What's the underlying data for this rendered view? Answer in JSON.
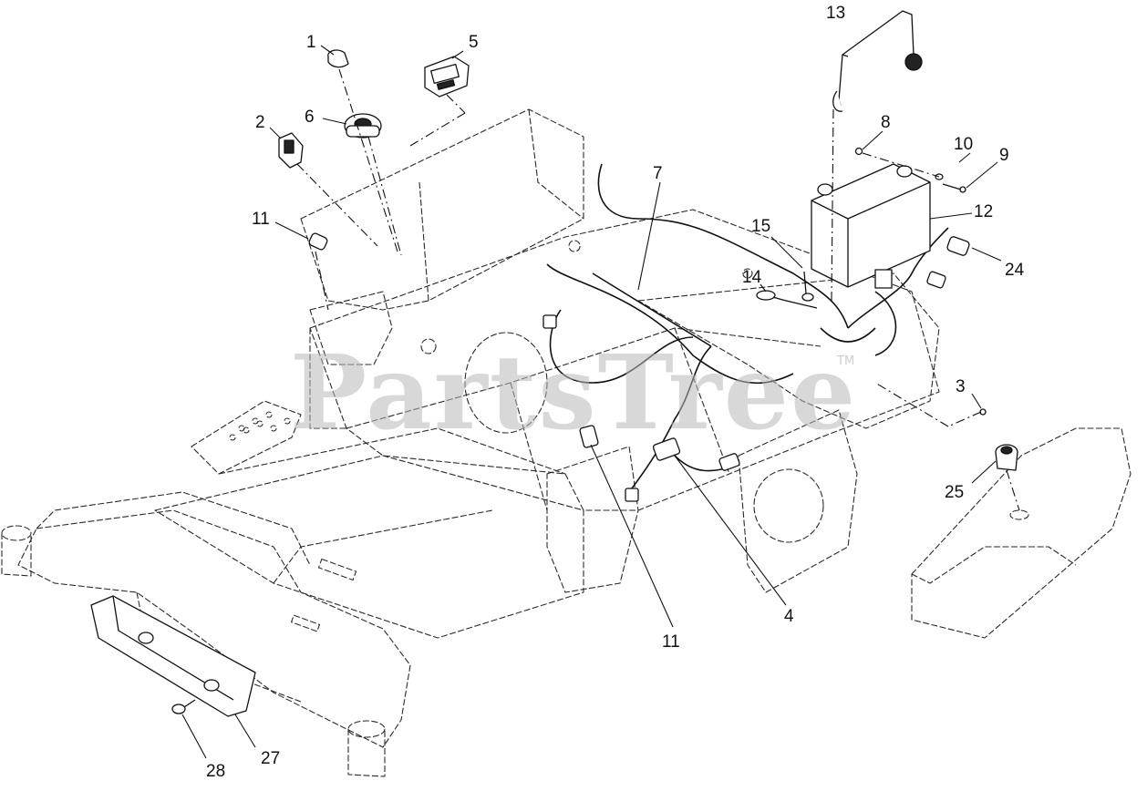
{
  "watermark": {
    "text": "PartsTree",
    "trademark": "TM"
  },
  "callouts": [
    {
      "id": "c1",
      "label": "1"
    },
    {
      "id": "c2",
      "label": "2"
    },
    {
      "id": "c3",
      "label": "3"
    },
    {
      "id": "c4",
      "label": "4"
    },
    {
      "id": "c5",
      "label": "5"
    },
    {
      "id": "c6",
      "label": "6"
    },
    {
      "id": "c7",
      "label": "7"
    },
    {
      "id": "c8",
      "label": "8"
    },
    {
      "id": "c9",
      "label": "9"
    },
    {
      "id": "c10",
      "label": "10"
    },
    {
      "id": "c11a",
      "label": "11"
    },
    {
      "id": "c11b",
      "label": "11"
    },
    {
      "id": "c12",
      "label": "12"
    },
    {
      "id": "c13",
      "label": "13"
    },
    {
      "id": "c14",
      "label": "14"
    },
    {
      "id": "c15",
      "label": "15"
    },
    {
      "id": "c24",
      "label": "24"
    },
    {
      "id": "c25",
      "label": "25"
    },
    {
      "id": "c27",
      "label": "27"
    },
    {
      "id": "c28",
      "label": "28"
    }
  ],
  "colors": {
    "line": "#111111",
    "watermark": "#b8b8b8",
    "background": "#ffffff"
  }
}
